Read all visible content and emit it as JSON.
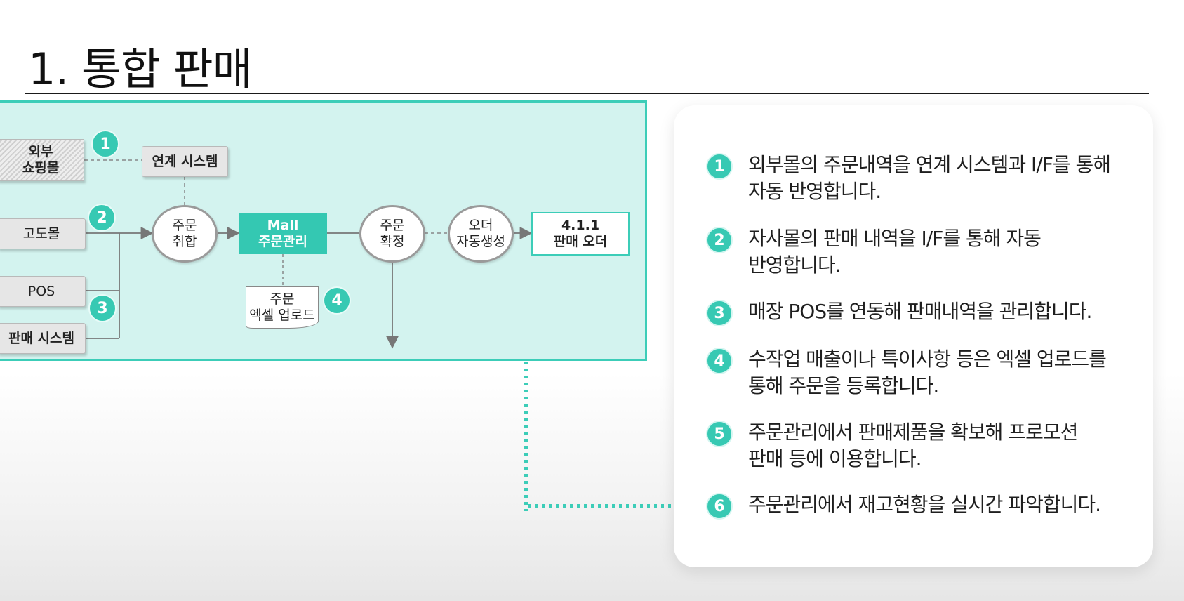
{
  "title": "1. 통합 판매",
  "colors": {
    "accent": "#34c8b2",
    "diagram_bg": "#d3f3ef"
  },
  "diagram": {
    "sources": {
      "external_mall": {
        "line1": "외부",
        "line2": "쇼핑몰"
      },
      "linked_system": "연계 시스템",
      "godomall": "고도몰",
      "pos": "POS",
      "sales_system": "판매 시스템"
    },
    "process": {
      "order_merge": {
        "line1": "주문",
        "line2": "취합"
      },
      "mall_order": {
        "line1": "Mall",
        "line2": "주문관리"
      },
      "excel_upload": {
        "line1": "주문",
        "line2": "엑셀 업로드"
      },
      "order_confirm": {
        "line1": "주문",
        "line2": "확정"
      },
      "auto_order": {
        "line1": "오더",
        "line2": "자동생성"
      },
      "sales_order": {
        "line1": "4.1.1",
        "line2": "판매 오더"
      }
    },
    "badges": [
      "1",
      "2",
      "3",
      "4"
    ]
  },
  "items": [
    {
      "num": "1",
      "line1": "외부몰의 주문내역을 연계 시스템과 I/F를 통해",
      "line2": "자동 반영합니다."
    },
    {
      "num": "2",
      "line1": "자사몰의 판매 내역을 I/F를 통해 자동",
      "line2": "반영합니다."
    },
    {
      "num": "3",
      "line1": "매장 POS를 연동해 판매내역을 관리합니다.",
      "line2": ""
    },
    {
      "num": "4",
      "line1": "수작업 매출이나 특이사항 등은 엑셀 업로드를",
      "line2": "통해 주문을 등록합니다."
    },
    {
      "num": "5",
      "line1": "주문관리에서 판매제품을 확보해 프로모션",
      "line2": "판매 등에 이용합니다."
    },
    {
      "num": "6",
      "line1": "주문관리에서 재고현황을 실시간 파악합니다.",
      "line2": ""
    }
  ]
}
